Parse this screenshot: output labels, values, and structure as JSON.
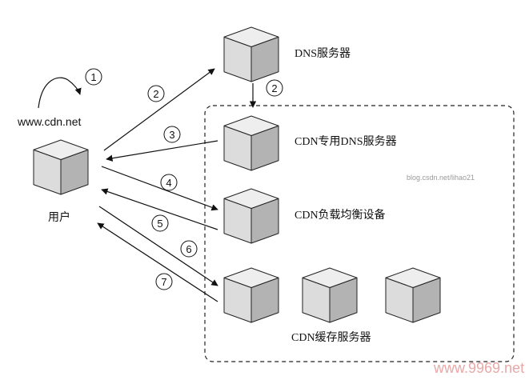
{
  "user": {
    "label": "用户",
    "url": "www.cdn.net"
  },
  "dns_server": {
    "label": "DNS服务器"
  },
  "cdn_dns_server": {
    "label": "CDN专用DNS服务器"
  },
  "load_balancer": {
    "label": "CDN负载均衡设备"
  },
  "cache_servers": {
    "label": "CDN缓存服务器"
  },
  "steps": {
    "s1": "1",
    "s2a": "2",
    "s2b": "2",
    "s3": "3",
    "s4": "4",
    "s5": "5",
    "s6": "6",
    "s7": "7"
  },
  "watermarks": {
    "blog": "blog.csdn.net/lihao21",
    "site": "www.9969.net"
  },
  "colors": {
    "cube_top": "#eeeeee",
    "cube_left": "#dcdcdc",
    "cube_right": "#b3b3b3",
    "stroke": "#222222"
  }
}
